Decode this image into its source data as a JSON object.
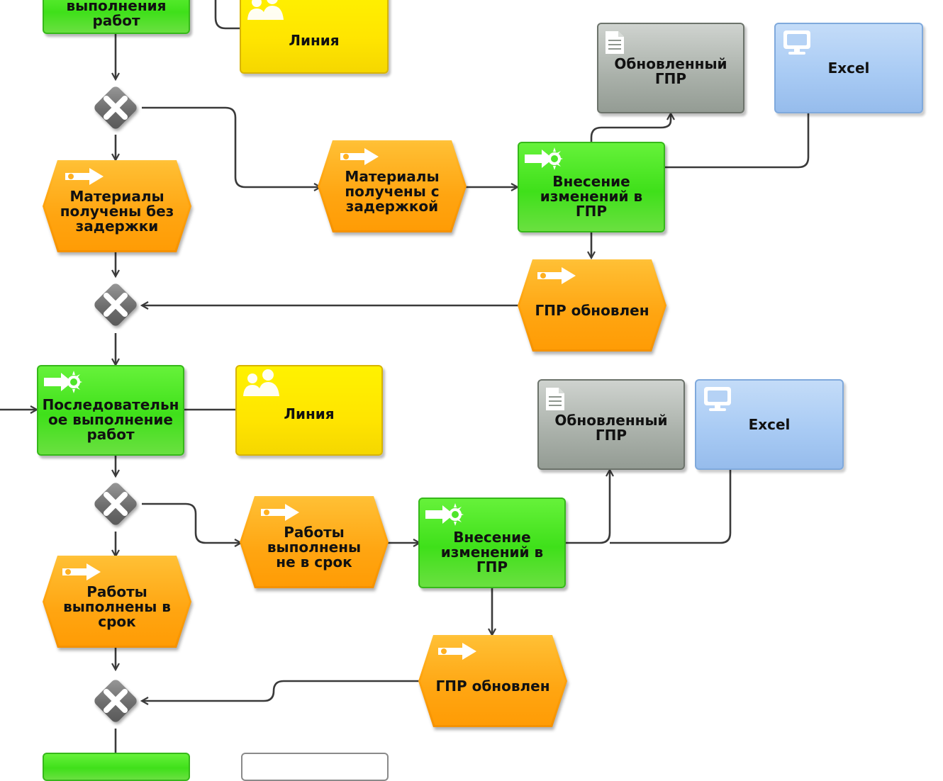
{
  "nodes": {
    "func_top": "выполнения\nработ",
    "org_top": "Линия",
    "doc_top": "Обновленный\nГПР",
    "sys_top": "Excel",
    "event_mat_ok": "Материалы\nполучены без\nзадержки",
    "event_mat_late": "Материалы\nполучены с\nзадержкой",
    "func_change1": "Внесение\nизменений в\nГПР",
    "event_gpr1": "ГПР обновлен",
    "func_seq": "Последовательн\nое выполнение\nработ",
    "org_mid": "Линия",
    "doc_mid": "Обновленный\nГПР",
    "sys_mid": "Excel",
    "event_works_late": "Работы\nвыполнены\nне в срок",
    "func_change2": "Внесение\nизменений в\nГПР",
    "event_works_ok": "Работы\nвыполнены в\nсрок",
    "event_gpr2": "ГПР обновлен"
  },
  "node_types": {
    "function": "function",
    "event": "event",
    "org_unit": "org-unit",
    "document": "document",
    "system": "application-system",
    "xor": "xor-operator"
  },
  "icons": {
    "function": "function-arrow-icon",
    "event": "event-arrow-icon",
    "org_unit": "people-icon",
    "document": "document-icon",
    "system": "monitor-icon",
    "xor": "xor-cross-icon"
  },
  "colors": {
    "function": "#46e41e",
    "event": "#ffa30d",
    "org_unit": "#ffe500",
    "document": "#a9b0a9",
    "system": "#a9cbf4",
    "xor": "#6d6d6d",
    "connector": "#3a3a3a"
  }
}
